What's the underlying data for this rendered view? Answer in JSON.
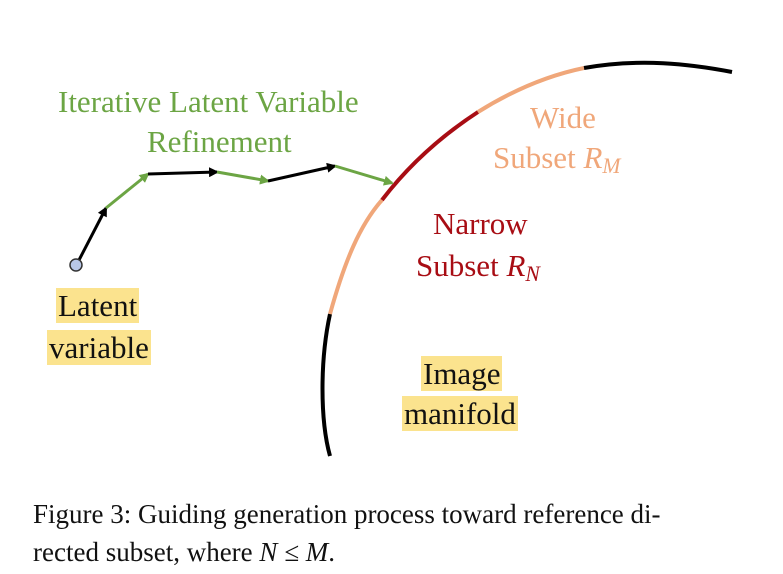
{
  "diagram": {
    "refinement_label": [
      "Iterative Latent Variable",
      "Refinement"
    ],
    "wide_label": "Wide",
    "wide_subset_word": "Subset",
    "wide_symbol": "R",
    "wide_subscript": "M",
    "narrow_label": "Narrow",
    "narrow_subset_word": "Subset",
    "narrow_symbol": "R",
    "narrow_subscript": "N",
    "latent_label": [
      "Latent",
      "variable"
    ],
    "manifold_label": [
      "Image",
      "manifold"
    ]
  },
  "caption": {
    "prefix": "Figure 3: Guiding generation process toward reference di-",
    "line2_prefix": "rected subset, where ",
    "math": "N ≤ M",
    "suffix": "."
  },
  "colors": {
    "green": "#6ca544",
    "wide": "#f0a77a",
    "narrow": "#a80d14",
    "black": "#000000",
    "highlight": "#fbe38e",
    "node_fill": "#b8c7e8"
  }
}
